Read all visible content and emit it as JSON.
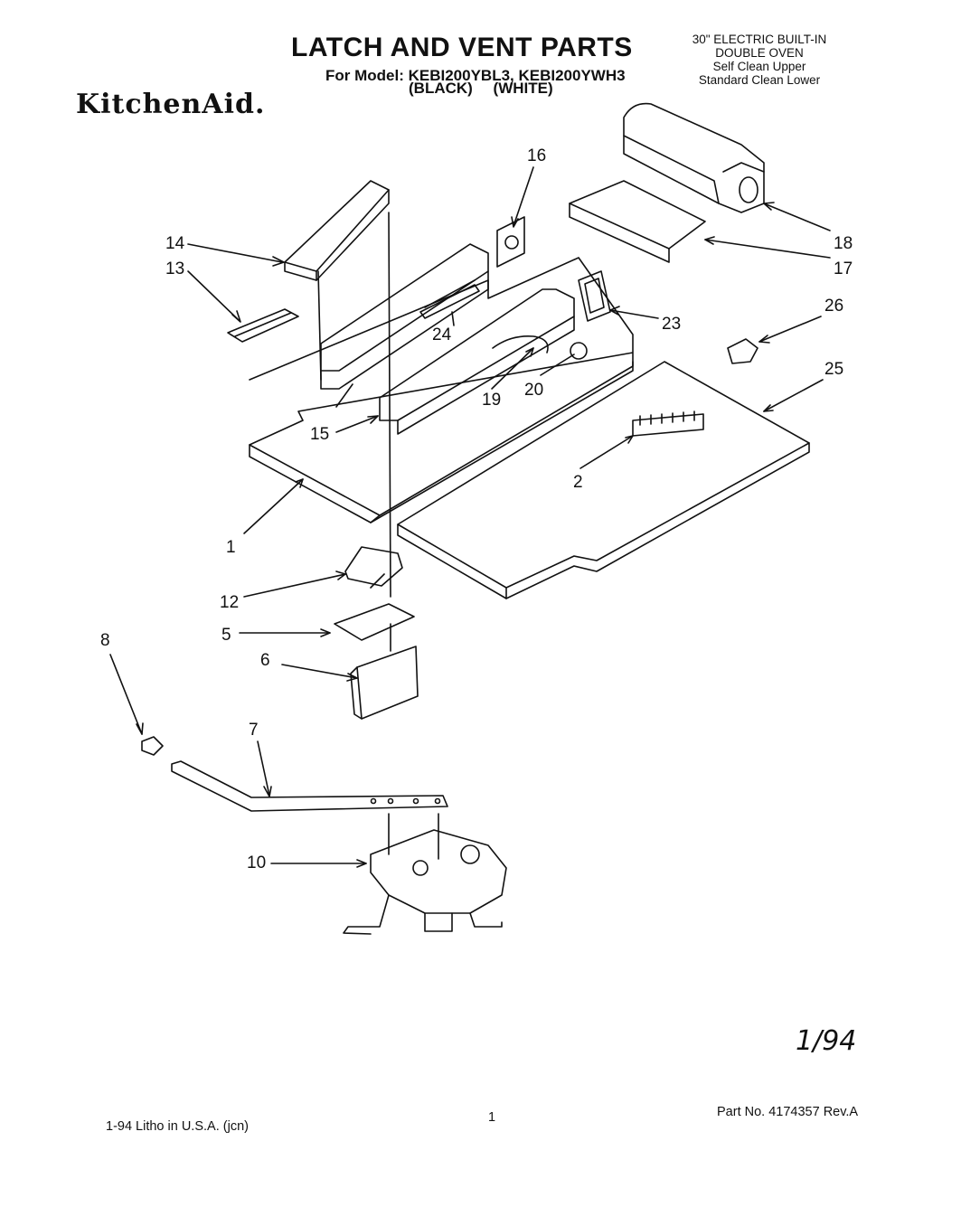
{
  "header": {
    "title": "LATCH AND VENT PARTS",
    "model_line": "For Model: KEBI200YBL3, KEBI200YWH3",
    "variants": "(BLACK) (WHITE)",
    "brand": "KitchenAid.",
    "spec_lines": [
      "30\" ELECTRIC BUILT-IN",
      "DOUBLE OVEN",
      "Self Clean Upper",
      "Standard Clean Lower"
    ]
  },
  "callouts": [
    {
      "id": "16",
      "label": "16"
    },
    {
      "id": "14",
      "label": "14"
    },
    {
      "id": "13",
      "label": "13"
    },
    {
      "id": "18",
      "label": "18"
    },
    {
      "id": "17",
      "label": "17"
    },
    {
      "id": "23",
      "label": "23"
    },
    {
      "id": "26",
      "label": "26"
    },
    {
      "id": "24",
      "label": "24"
    },
    {
      "id": "25",
      "label": "25"
    },
    {
      "id": "19",
      "label": "19"
    },
    {
      "id": "20",
      "label": "20"
    },
    {
      "id": "15",
      "label": "15"
    },
    {
      "id": "2",
      "label": "2"
    },
    {
      "id": "1",
      "label": "1"
    },
    {
      "id": "12",
      "label": "12"
    },
    {
      "id": "5",
      "label": "5"
    },
    {
      "id": "6",
      "label": "6"
    },
    {
      "id": "8",
      "label": "8"
    },
    {
      "id": "7",
      "label": "7"
    },
    {
      "id": "10",
      "label": "10"
    }
  ],
  "handwritten_date": "1/94",
  "footer": {
    "litho": "1-94 Litho in U.S.A. (jcn)",
    "page": "1",
    "part_no": "Part No. 4174357 Rev.A"
  },
  "colors": {
    "ink": "#111111",
    "paper": "#ffffff"
  }
}
